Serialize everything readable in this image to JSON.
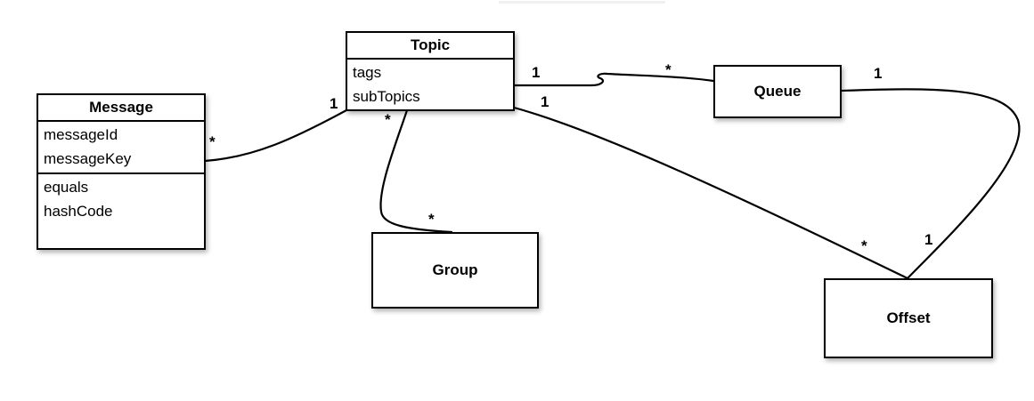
{
  "diagram": {
    "classes": {
      "topic": {
        "title": "Topic",
        "attributes": [
          "tags",
          "subTopics"
        ]
      },
      "message": {
        "title": "Message",
        "attributes": [
          "messageId",
          "messageKey"
        ],
        "methods": [
          "equals",
          "hashCode"
        ]
      },
      "queue": {
        "title": "Queue"
      },
      "group": {
        "title": "Group"
      },
      "offset": {
        "title": "Offset"
      }
    },
    "associations": {
      "message_topic": {
        "source": "Message",
        "target": "Topic",
        "source_multiplicity": "*",
        "target_multiplicity": "1"
      },
      "topic_queue": {
        "source": "Topic",
        "target": "Queue",
        "source_multiplicity": "1",
        "target_multiplicity": "*"
      },
      "topic_group": {
        "source": "Topic",
        "target": "Group",
        "source_multiplicity": "*",
        "target_multiplicity": "*"
      },
      "topic_offset": {
        "source": "Topic",
        "target": "Offset",
        "source_multiplicity": "1",
        "target_multiplicity": "*"
      },
      "queue_offset": {
        "source": "Queue",
        "target": "Offset",
        "source_multiplicity": "1",
        "target_multiplicity": "1"
      }
    },
    "colors": {
      "line": "#000000",
      "box_border": "#000000",
      "box_fill": "#ffffff",
      "background": "#ffffff",
      "top_strip": "#f0f0f0"
    }
  }
}
